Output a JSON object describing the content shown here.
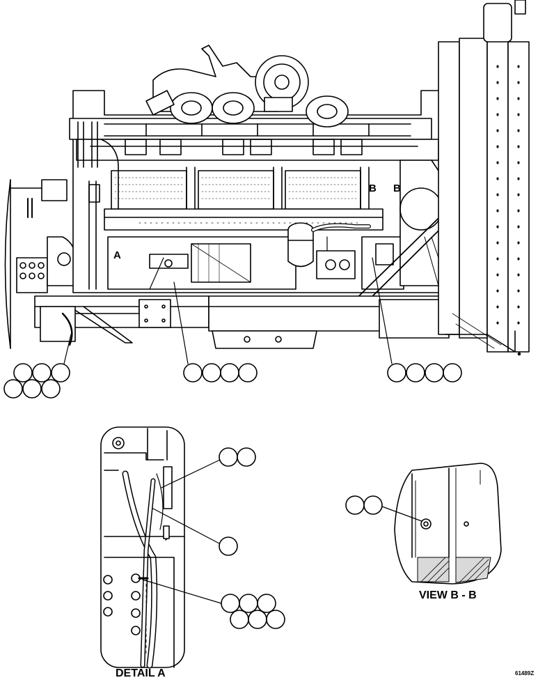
{
  "figure": {
    "section_markers": {
      "a": "A",
      "b_left": "B",
      "b_right": "B"
    },
    "detail_caption": "DETAIL A",
    "view_caption": "VIEW B - B",
    "figure_number": "61489Z"
  },
  "colors": {
    "line": "#000000",
    "fill": "#ffffff",
    "shade": "#d9d9d9"
  }
}
